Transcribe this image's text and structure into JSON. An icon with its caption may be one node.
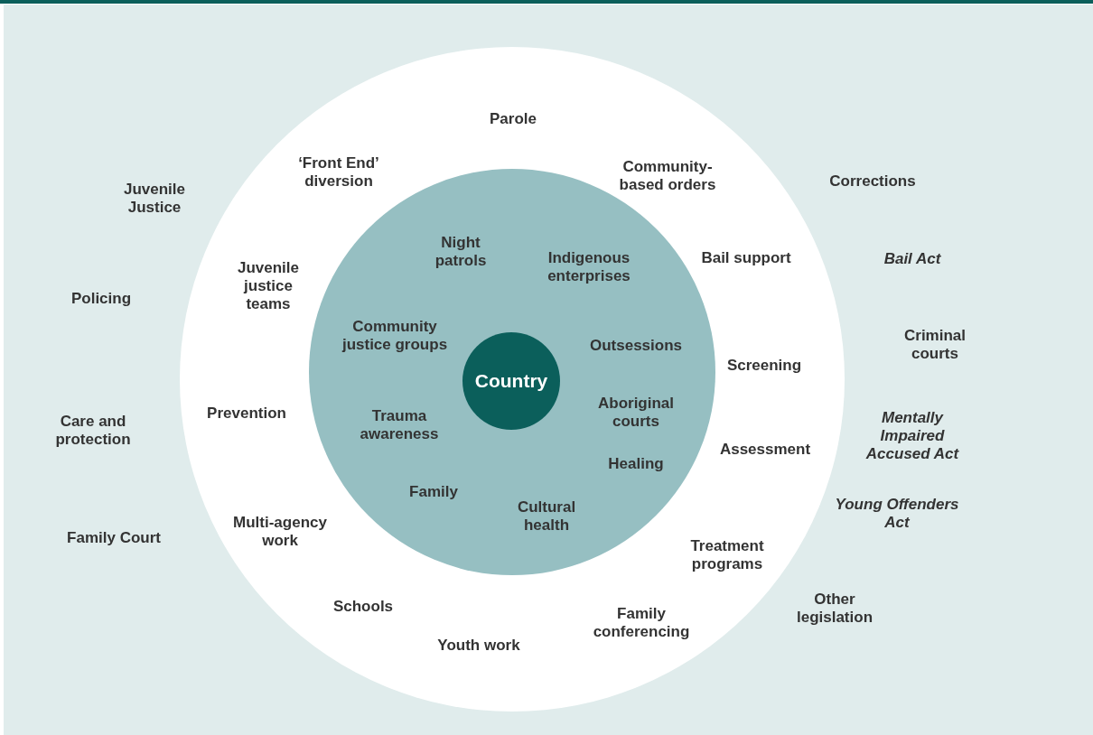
{
  "diagram": {
    "nodes": [
      {
        "text": [],
        "shape": "circle"
      },
      {
        "text": [],
        "shape": "circle",
        "in": 0
      },
      {
        "text": [
          "Country"
        ],
        "in": 1
      }
    ],
    "labels": [
      "Parole",
      "‘Front End’ diversion",
      "Community-based orders",
      "Corrections",
      "Juvenile Justice",
      "Night patrols",
      "Indigenous enterprises",
      "Bail support",
      "Bail Act",
      "Juvenile justice teams",
      "Policing",
      "Community justice groups",
      "Outsessions",
      "Criminal courts",
      "Screening",
      "Care and protection",
      "Prevention",
      "Trauma awareness",
      "Aboriginal courts",
      "Mentally Impaired Accused Act",
      "Assessment",
      "Healing",
      "Family",
      "Cultural health",
      "Young Offenders Act",
      "Multi-agency work",
      "Family Court",
      "Treatment programs",
      "Other legislation",
      "Schools",
      "Family conferencing",
      "Youth work"
    ]
  }
}
